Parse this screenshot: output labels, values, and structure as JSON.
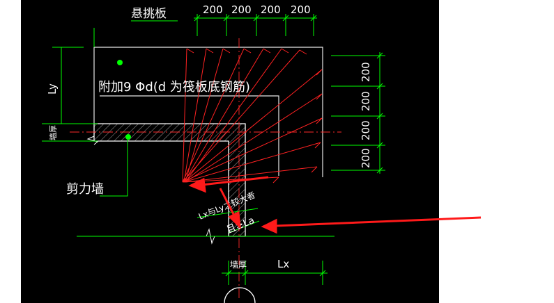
{
  "labels": {
    "cantilever_slab": "悬挑板",
    "extra_rebar": "附加9 Φd(d 为筏板底钢筋)",
    "shear_wall": "剪力墙",
    "wall_thickness_left": "墙厚",
    "wall_thickness_bottom": "墙厚",
    "lx_ly_rule": "Lx与Ly之较大者",
    "anchor_length": "且≥La",
    "ly": "Ly",
    "lx": "Lx"
  },
  "top_dimensions": [
    "200",
    "200",
    "200",
    "200"
  ],
  "right_dimensions": [
    "200",
    "200",
    "200",
    "200"
  ],
  "colors": {
    "background": "#000000",
    "page": "#ffffff",
    "dimension": "#00ff00",
    "rebar": "#ff0000",
    "wall_outline": "#ffffff",
    "marker": "#00ff00"
  }
}
